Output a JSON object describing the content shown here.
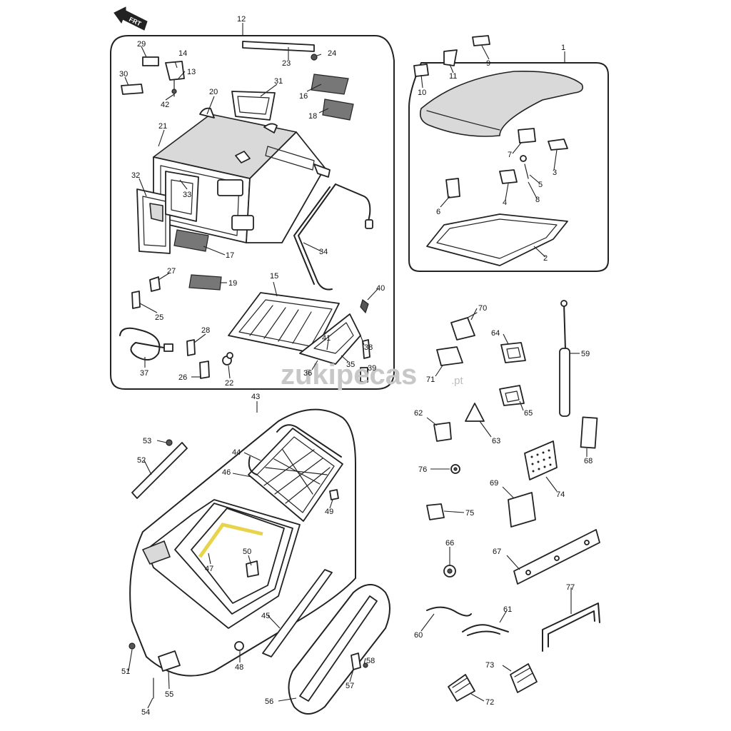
{
  "front_marker": "FRT",
  "watermark": {
    "main": "zukipecas",
    "suffix": ".pt"
  },
  "highlight_color": "#e8d44a",
  "part_labels": {
    "p1": "1",
    "p2": "2",
    "p3": "3",
    "p4": "4",
    "p5": "5",
    "p6": "6",
    "p7": "7",
    "p8": "8",
    "p9": "9",
    "p10": "10",
    "p11": "11",
    "p12": "12",
    "p13": "13",
    "p14": "14",
    "p15": "15",
    "p16": "16",
    "p17": "17",
    "p18": "18",
    "p19": "19",
    "p20": "20",
    "p21": "21",
    "p22": "22",
    "p23": "23",
    "p24": "24",
    "p25": "25",
    "p26": "26",
    "p27": "27",
    "p28": "28",
    "p29": "29",
    "p30": "30",
    "p31": "31",
    "p32": "32",
    "p33": "33",
    "p34": "34",
    "p35": "35",
    "p36": "36",
    "p37": "37",
    "p38": "38",
    "p39": "39",
    "p40": "40",
    "p41": "41",
    "p42": "42",
    "p43": "43",
    "p44": "44",
    "p45": "45",
    "p46": "46",
    "p47": "47",
    "p48": "48",
    "p49": "49",
    "p50": "50",
    "p51": "51",
    "p52": "52",
    "p53": "53",
    "p54": "54",
    "p55": "55",
    "p56": "56",
    "p57": "57",
    "p58": "58",
    "p59": "59",
    "p60": "60",
    "p61": "61",
    "p62": "62",
    "p63": "63",
    "p64": "64",
    "p65": "65",
    "p66": "66",
    "p67": "67",
    "p68": "68",
    "p69": "69",
    "p70": "70",
    "p71": "71",
    "p72": "72",
    "p73": "73",
    "p74": "74",
    "p75": "75",
    "p76": "76",
    "p77": "77"
  }
}
